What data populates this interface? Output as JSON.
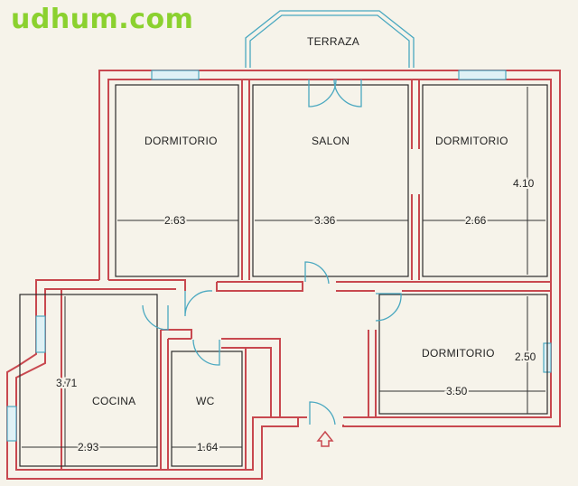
{
  "watermark": "udhum.com",
  "rooms": {
    "terraza": "TERRAZA",
    "salon": "SALON",
    "dorm_left": "DORMITORIO",
    "dorm_right": "DORMITORIO",
    "dorm_bottom": "DORMITORIO",
    "cocina": "COCINA",
    "wc": "WC"
  },
  "dimensions": {
    "dorm_left_w": "2.63",
    "salon_w": "3.36",
    "dorm_right_w": "2.66",
    "dorm_right_h": "4.10",
    "dorm_bottom_h": "2.50",
    "dorm_bottom_w": "3.50",
    "cocina_h": "3.71",
    "cocina_w": "2.93",
    "wc_w": "1.64"
  },
  "entrance_icon": "up-arrow-icon",
  "colors": {
    "wall": "#c8484f",
    "door": "#4aa8c0",
    "watermark": "#8bd12f"
  }
}
